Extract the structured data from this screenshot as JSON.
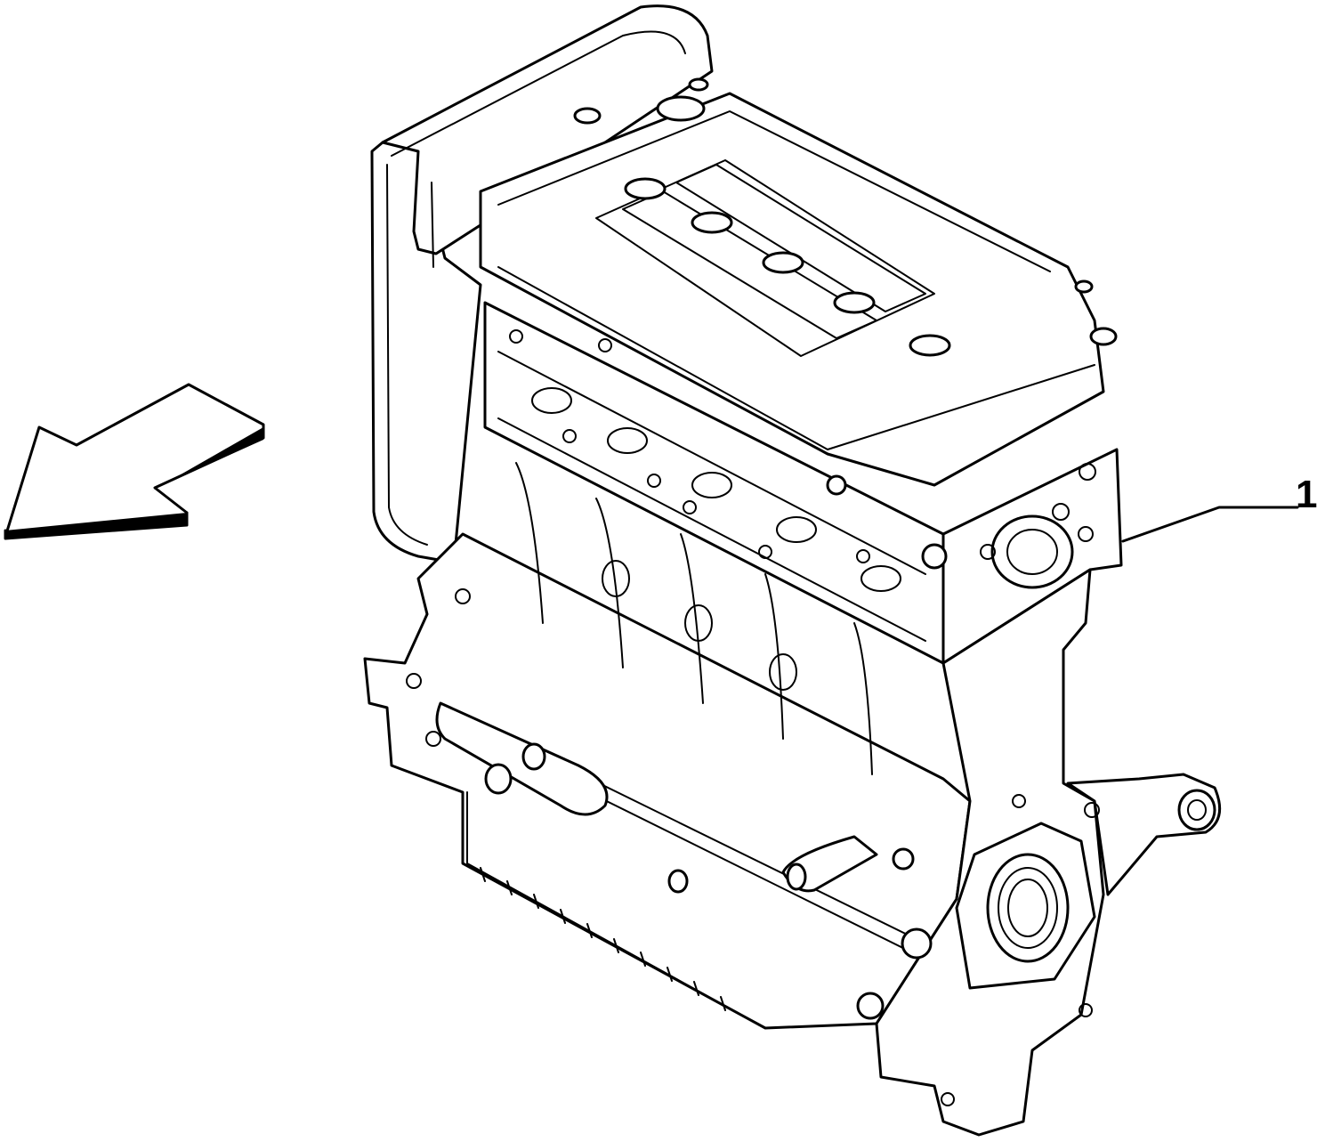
{
  "figure": {
    "subject": "engine assembly",
    "callouts": [
      {
        "label": "1",
        "target": "engine-assembly"
      }
    ],
    "direction_arrow": "front-of-vehicle-arrow",
    "colors": {
      "line": "#000000",
      "background": "#ffffff"
    }
  }
}
